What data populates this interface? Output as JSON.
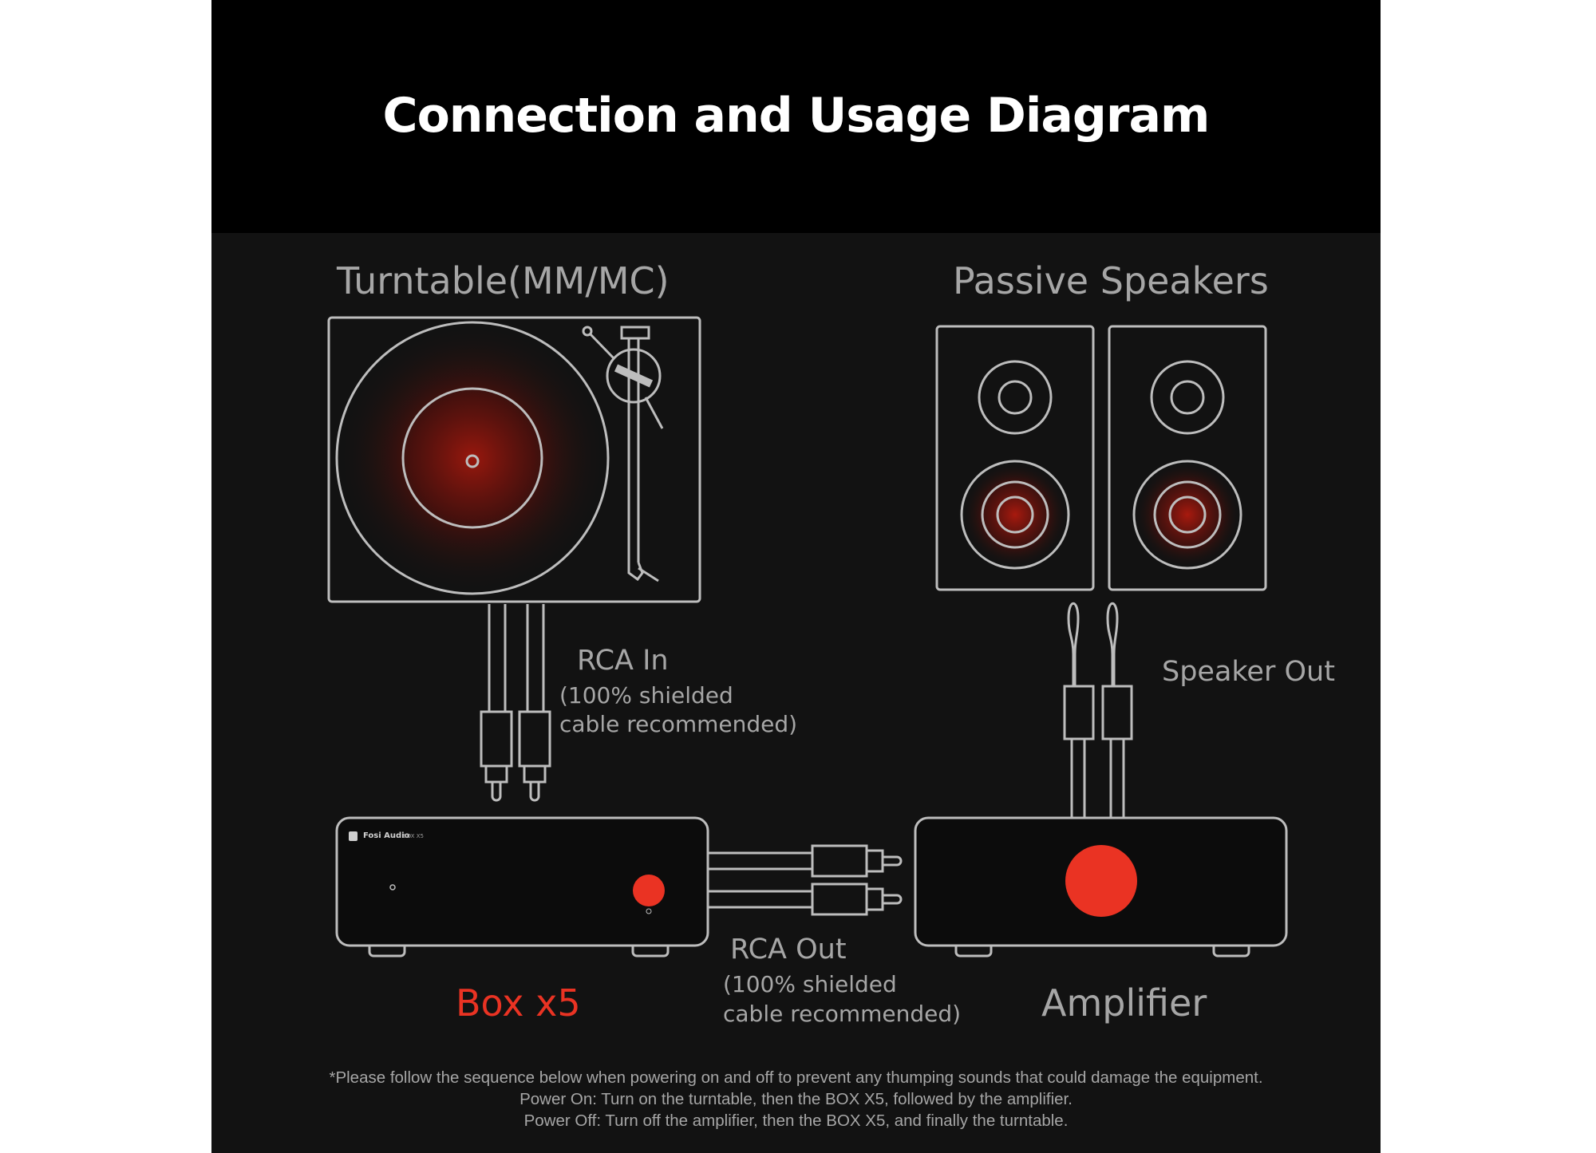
{
  "title": "Connection and Usage Diagram",
  "labels": {
    "turntable": "Turntable(MM/MC)",
    "speakers": "Passive Speakers",
    "rca_in": "RCA In",
    "rca_in_note_1": "(100% shielded",
    "rca_in_note_2": "cable recommended)",
    "speaker_out": "Speaker Out",
    "rca_out": "RCA Out",
    "rca_out_note_1": "(100% shielded",
    "rca_out_note_2": "cable recommended)",
    "box": "Box x5",
    "amplifier": "Amplifier",
    "brand": "Fosi Audio",
    "model": "BOX X5"
  },
  "notes": [
    "*Please follow the sequence below when powering on and off to prevent any thumping sounds that could damage the equipment.",
    "Power On: Turn on the turntable, then the BOX X5, followed by the amplifier.",
    "Power Off: Turn off the amplifier, then the BOX X5, and finally the turntable."
  ],
  "colors": {
    "accent": "#ea3323",
    "line": "#bdbdbd",
    "background": "#121212",
    "header": "#000000"
  }
}
